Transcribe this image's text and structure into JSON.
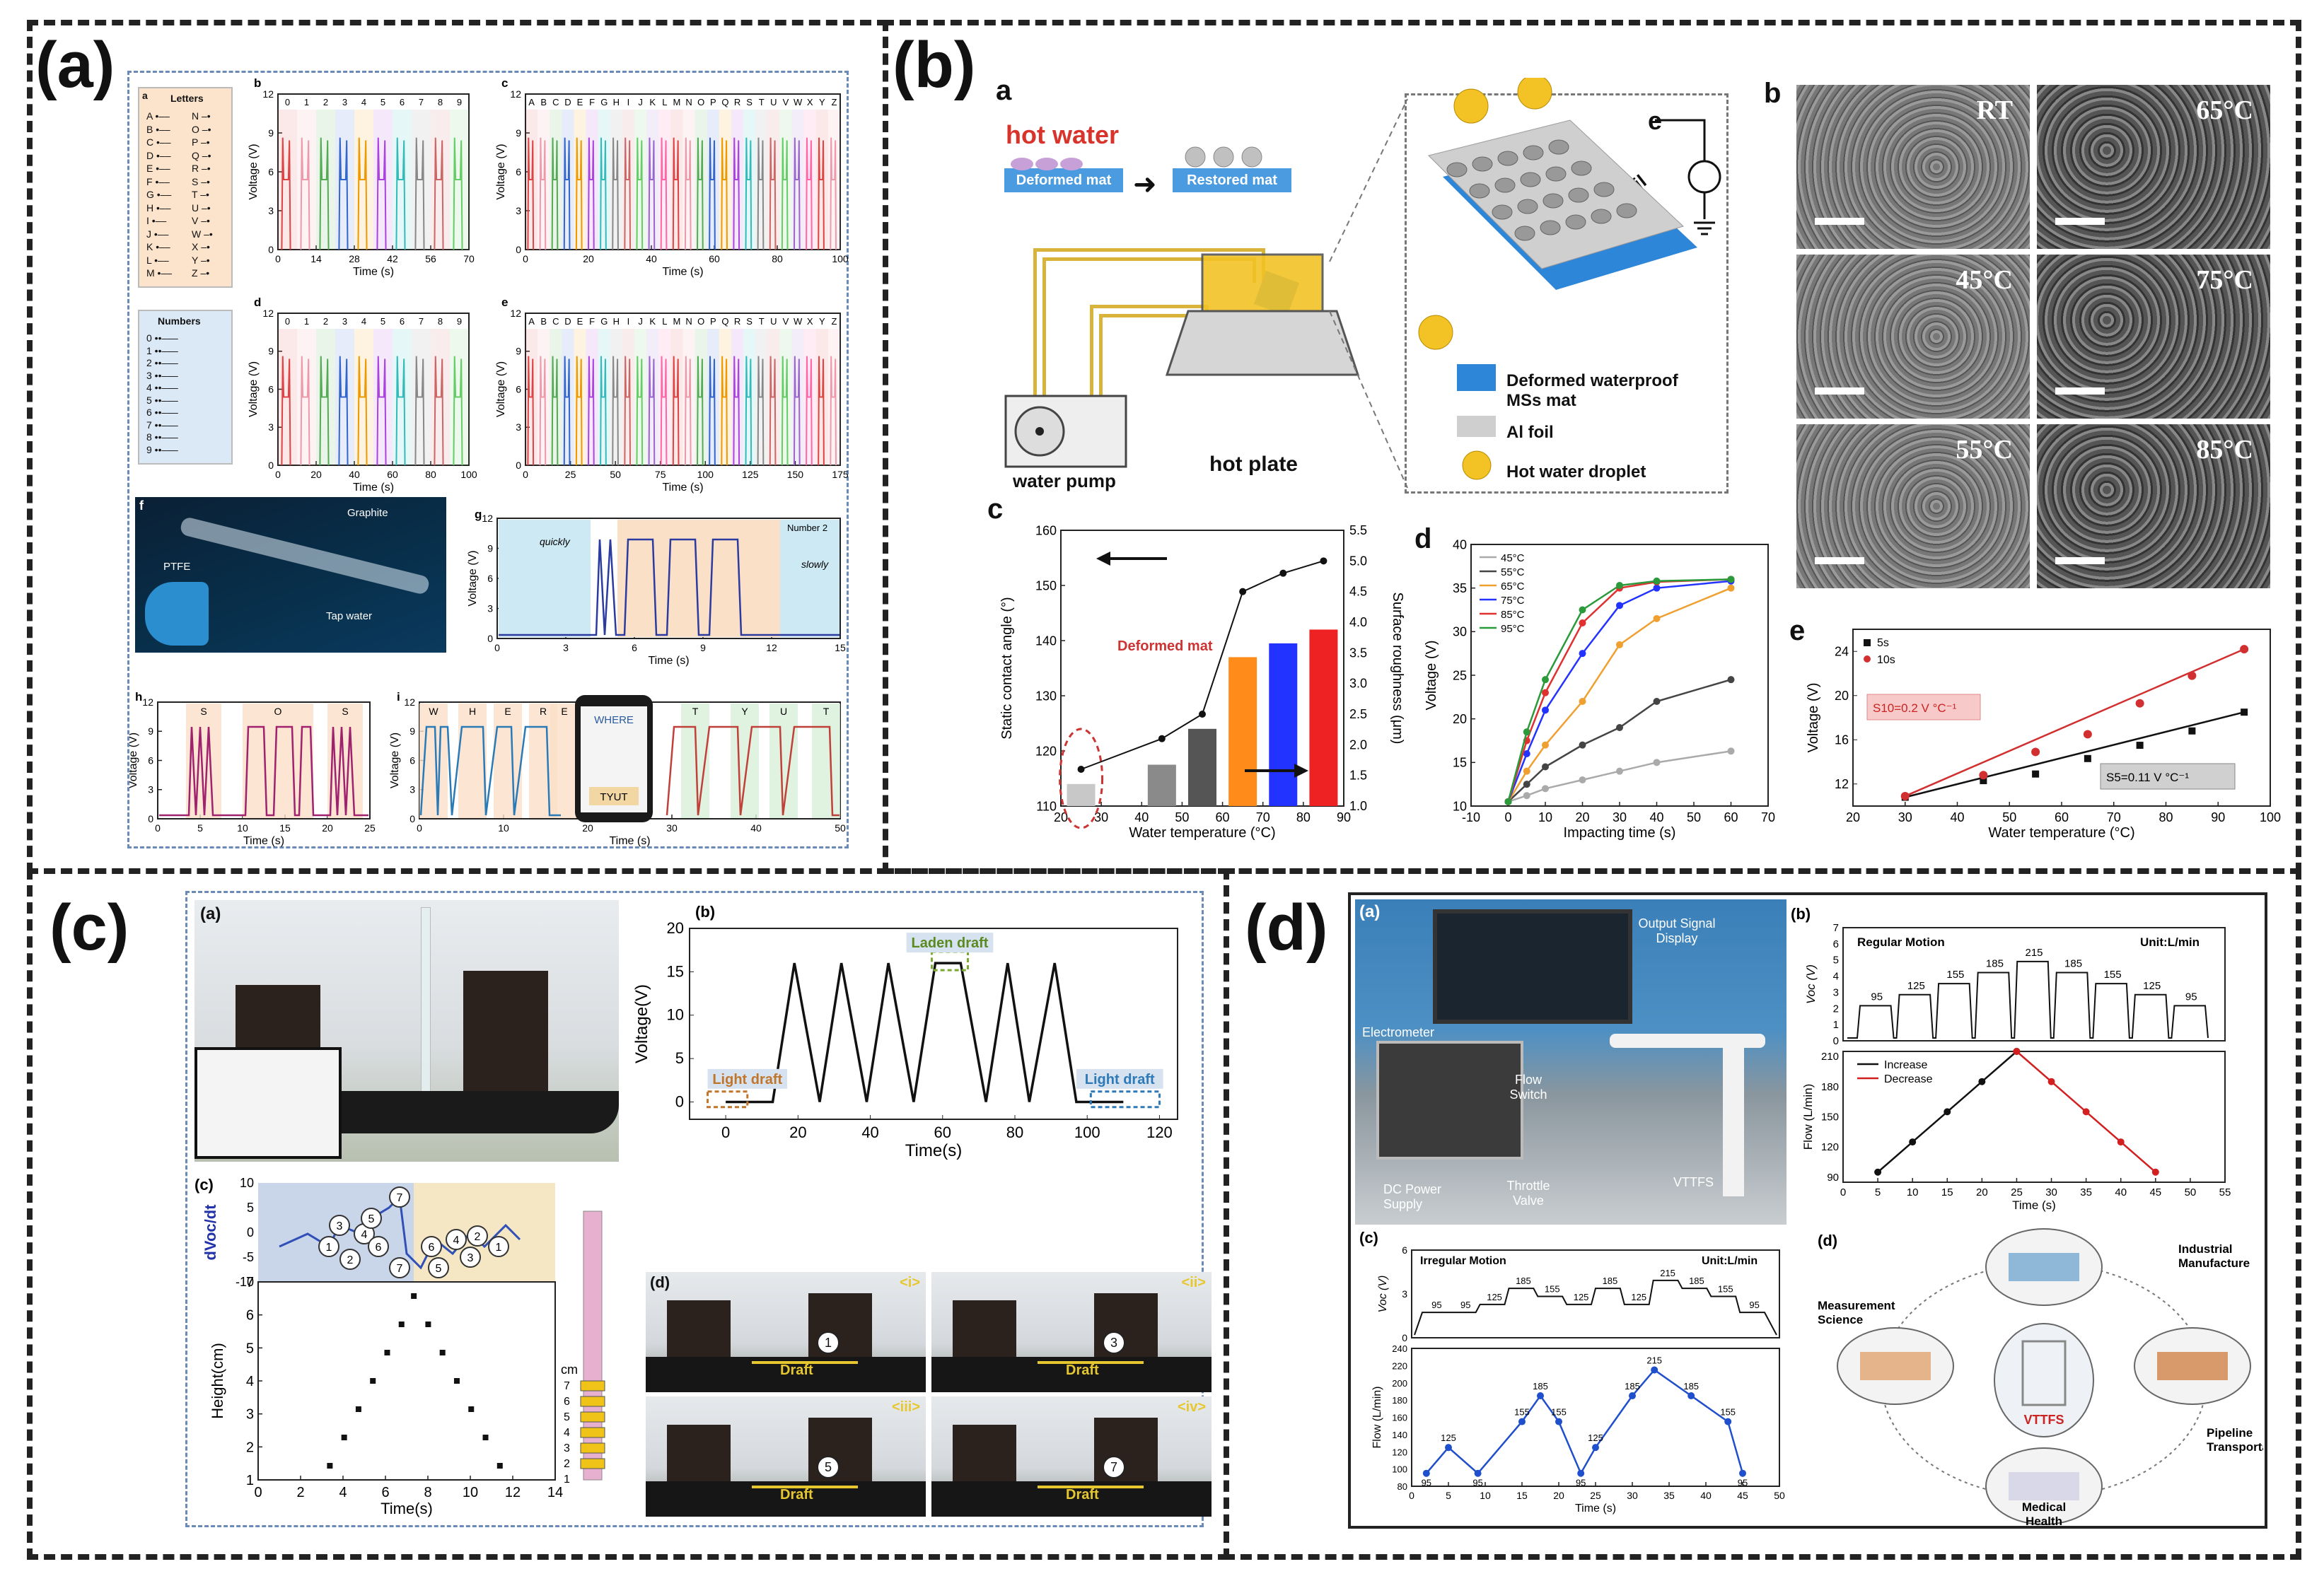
{
  "panels": {
    "a": {
      "label": "(a)",
      "letters_box": {
        "title": "Letters",
        "sub": "a",
        "col1": [
          "A",
          "B",
          "C",
          "D",
          "E",
          "F",
          "G",
          "H",
          "I",
          "J",
          "K",
          "L",
          "M"
        ],
        "col2": [
          "N",
          "O",
          "P",
          "Q",
          "R",
          "S",
          "T",
          "U",
          "V",
          "W",
          "X",
          "Y",
          "Z"
        ]
      },
      "numbers_box": {
        "title": "Numbers",
        "items": [
          "0",
          "1",
          "2",
          "3",
          "4",
          "5",
          "6",
          "7",
          "8",
          "9"
        ]
      },
      "sub_b": {
        "sub": "b",
        "header": [
          "0",
          "1",
          "2",
          "3",
          "4",
          "5",
          "6",
          "7",
          "8",
          "9"
        ],
        "ylabel": "Voltage (V)",
        "xlabel": "Time (s)",
        "xticks": [
          "0",
          "14",
          "28",
          "42",
          "56",
          "70"
        ],
        "yticks": [
          "0",
          "3",
          "6",
          "9",
          "12"
        ]
      },
      "sub_c": {
        "sub": "c",
        "header": "A B C D E F G H I J K L M N O P Q R S T U V W X Y Z",
        "ylabel": "Voltage (V)",
        "xlabel": "Time (s)",
        "xticks": [
          "0",
          "20",
          "40",
          "60",
          "80",
          "100"
        ],
        "yticks": [
          "0",
          "3",
          "6",
          "9",
          "12"
        ]
      },
      "sub_d": {
        "sub": "d",
        "header": [
          "0",
          "1",
          "2",
          "3",
          "4",
          "5",
          "6",
          "7",
          "8",
          "9"
        ],
        "ylabel": "Voltage (V)",
        "xlabel": "Time (s)",
        "xticks": [
          "0",
          "20",
          "40",
          "60",
          "80",
          "100"
        ],
        "yticks": [
          "0",
          "3",
          "6",
          "9",
          "12"
        ]
      },
      "sub_e": {
        "sub": "e",
        "header": "A B C D E F G H I J K L M N O P Q R S T U V W X Y Z",
        "ylabel": "Voltage (V)",
        "xlabel": "Time (s)",
        "xticks": [
          "0",
          "25",
          "50",
          "75",
          "100",
          "125",
          "150",
          "175"
        ],
        "yticks": [
          "0",
          "3",
          "6",
          "9",
          "12"
        ]
      },
      "sub_f": {
        "sub": "f",
        "labels": [
          "Graphite",
          "PTFE",
          "Tap water"
        ]
      },
      "sub_g": {
        "sub": "g",
        "legend": "Number 2",
        "note1": "quickly",
        "note2": "slowly",
        "ylabel": "Voltage (V)",
        "xlabel": "Time (s)",
        "xticks": [
          "0",
          "3",
          "6",
          "9",
          "12",
          "15"
        ],
        "yticks": [
          "0",
          "3",
          "6",
          "9",
          "12"
        ]
      },
      "sub_h": {
        "sub": "h",
        "header": [
          "S",
          "O",
          "S"
        ],
        "ylabel": "Voltage (V)",
        "xlabel": "Time (s)",
        "xticks": [
          "0",
          "5",
          "10",
          "15",
          "20",
          "25"
        ],
        "yticks": [
          "0",
          "3",
          "6",
          "9",
          "12"
        ]
      },
      "sub_i": {
        "sub": "i",
        "header": [
          "W",
          "H",
          "E",
          "R",
          "E",
          "T",
          "Y",
          "U",
          "T"
        ],
        "phone_top": "WHERE",
        "phone_bottom": "TYUT",
        "ylabel": "Voltage (V)",
        "xlabel": "Time (s)",
        "xticks": [
          "0",
          "10",
          "20",
          "30",
          "40",
          "50"
        ],
        "yticks": [
          "0",
          "3",
          "6",
          "9",
          "12"
        ]
      }
    },
    "b": {
      "label": "(b)",
      "sub_a": {
        "sub": "a",
        "hot_water": "hot water",
        "deformed_mat": "Deformed mat",
        "restored_mat": "Restored mat",
        "water_pump": "water pump",
        "hot_plate": "hot plate",
        "al_foil_diag": "Al foil",
        "electron": "e",
        "legend": [
          "Deformed waterproof MSs mat",
          "Al foil",
          "Hot water droplet"
        ]
      },
      "sub_b": {
        "sub": "b",
        "tiles": [
          "RT",
          "65°C",
          "45°C",
          "75°C",
          "55°C",
          "85°C"
        ]
      },
      "sub_c": {
        "sub": "c",
        "annotation": "Deformed mat"
      },
      "sub_d": {
        "sub": "d"
      },
      "sub_e": {
        "sub": "e",
        "box1": "S10=0.2 V °C⁻¹",
        "box2": "S5=0.11 V °C⁻¹"
      }
    },
    "c": {
      "label": "(c)",
      "sub_a": {
        "sub": "(a)"
      },
      "sub_b": {
        "sub": "(b)",
        "laden": "Laden draft",
        "light1": "Light draft",
        "light2": "Light draft"
      },
      "sub_c": {
        "sub": "(c)",
        "unit_cm": "cm",
        "circles_up": [
          "1",
          "2",
          "3",
          "4",
          "5",
          "6",
          "7"
        ],
        "circles_down": [
          "7",
          "6",
          "5",
          "4",
          "3",
          "2",
          "1"
        ],
        "rod_ticks": [
          "7",
          "6",
          "5",
          "4",
          "3",
          "2",
          "1"
        ]
      },
      "sub_d": {
        "sub": "(d)",
        "tags": [
          "<i>",
          "<ii>",
          "<iii>",
          "<iv>"
        ],
        "draft": "Draft",
        "nums": [
          "1",
          "3",
          "5",
          "7"
        ]
      }
    },
    "d": {
      "label": "(d)",
      "sub_a": {
        "sub": "(a)",
        "labels": [
          "Output Signal Display",
          "Electrometer",
          "Flow Switch",
          "DC Power Supply",
          "Throttle Valve",
          "VTTFS"
        ]
      },
      "sub_b": {
        "sub": "(b)",
        "title": "Regular Motion",
        "unit": "Unit:L/min"
      },
      "sub_c": {
        "sub": "(c)",
        "title": "Irregular Motion",
        "unit": "Unit:L/min"
      },
      "sub_d": {
        "sub": "(d)",
        "nodes": [
          "Industrial Manufacture",
          "Measurement Science",
          "Pipeline Transportation",
          "Medical Health"
        ],
        "center": "VTTFS"
      }
    }
  },
  "colors": {
    "accent_blue": "#2e6fb4",
    "hot_red": "#d9342b",
    "navy": "#2233aa"
  },
  "chart_data": [
    {
      "id": "b-c",
      "type": "bar",
      "categories": [
        "25",
        "45",
        "55",
        "65",
        "75",
        "85"
      ],
      "series": [
        {
          "values": [
            114,
            117.5,
            124,
            137,
            139.5,
            142
          ],
          "colors": [
            "#c8c8c8",
            "#8a8a8a",
            "#555555",
            "#ff8c1a",
            "#2233ff",
            "#ee2222"
          ]
        },
        {
          "x": [
            25,
            45,
            55,
            65,
            75,
            85
          ],
          "values": [
            1.6,
            2.1,
            2.5,
            4.5,
            4.8,
            5.0
          ]
        }
      ],
      "xlabel": "Water temperature (°C)",
      "ylabel": "Static contact angle (°)",
      "y2label": "Surface roughness (μm)",
      "xlim": [
        20,
        90
      ],
      "ylim": [
        110,
        160
      ],
      "y2lim": [
        1.0,
        5.5
      ],
      "xticks": [
        "20",
        "30",
        "40",
        "50",
        "60",
        "70",
        "80",
        "90"
      ],
      "yticks": [
        "110",
        "120",
        "130",
        "140",
        "150",
        "160"
      ],
      "y2ticks": [
        "1.0",
        "1.5",
        "2.0",
        "2.5",
        "3.0",
        "3.5",
        "4.0",
        "4.5",
        "5.0",
        "5.5"
      ]
    },
    {
      "id": "b-d",
      "type": "line",
      "x": [
        0,
        5,
        10,
        20,
        30,
        40,
        60
      ],
      "series": [
        {
          "name": "45°C",
          "color": "#aaaaaa",
          "values": [
            10.5,
            11.2,
            12.0,
            13.0,
            14.0,
            15.0,
            16.3
          ]
        },
        {
          "name": "55°C",
          "color": "#444444",
          "values": [
            10.5,
            12.5,
            14.5,
            17.0,
            19.0,
            22.0,
            24.5
          ]
        },
        {
          "name": "65°C",
          "color": "#f0a030",
          "values": [
            10.5,
            14.0,
            17.0,
            22.0,
            28.5,
            31.5,
            35.0
          ]
        },
        {
          "name": "75°C",
          "color": "#2233ff",
          "values": [
            10.5,
            16.0,
            21.0,
            27.5,
            33.0,
            35.0,
            35.8
          ]
        },
        {
          "name": "85°C",
          "color": "#e03030",
          "values": [
            10.5,
            17.5,
            23.0,
            31.0,
            35.0,
            35.7,
            36.0
          ]
        },
        {
          "name": "95°C",
          "color": "#2a9a3a",
          "values": [
            10.5,
            18.5,
            24.5,
            32.5,
            35.3,
            35.8,
            36.0
          ]
        }
      ],
      "xlabel": "Impacting time (s)",
      "ylabel": "Voltage (V)",
      "xlim": [
        -10,
        70
      ],
      "ylim": [
        10,
        40
      ],
      "xticks": [
        "-10",
        "0",
        "10",
        "20",
        "30",
        "40",
        "50",
        "60",
        "70"
      ],
      "yticks": [
        "10",
        "15",
        "20",
        "25",
        "30",
        "35",
        "40"
      ]
    },
    {
      "id": "b-e",
      "type": "scatter",
      "x": [
        30,
        45,
        55,
        65,
        75,
        85,
        95
      ],
      "series": [
        {
          "name": "5s",
          "color": "#111111",
          "values": [
            10.8,
            12.3,
            12.9,
            14.3,
            15.5,
            16.8,
            18.5
          ]
        },
        {
          "name": "10s",
          "color": "#d23030",
          "values": [
            10.9,
            12.8,
            14.9,
            16.5,
            19.3,
            21.8,
            24.2
          ]
        }
      ],
      "xlabel": "Water temperature (°C)",
      "ylabel": "Voltage (V)",
      "xlim": [
        20,
        100
      ],
      "ylim": [
        10,
        26
      ],
      "xticks": [
        "20",
        "30",
        "40",
        "50",
        "60",
        "70",
        "80",
        "90",
        "100"
      ],
      "yticks": [
        "12",
        "16",
        "20",
        "24"
      ]
    },
    {
      "id": "c-b",
      "type": "line",
      "x": [
        0,
        6,
        13,
        19,
        26,
        32,
        39,
        45,
        52,
        58,
        65,
        72,
        78,
        84,
        91,
        97,
        103,
        110
      ],
      "series": [
        {
          "values": [
            0,
            0,
            0,
            16,
            0,
            16,
            0,
            16,
            0,
            16,
            16,
            0,
            16,
            0,
            16,
            0,
            0,
            0
          ]
        }
      ],
      "xlabel": "Time(s)",
      "ylabel": "Voltage(V)",
      "xlim": [
        -10,
        125
      ],
      "ylim": [
        -2,
        20
      ],
      "xticks": [
        "0",
        "20",
        "40",
        "60",
        "80",
        "100",
        "120"
      ],
      "yticks": [
        "0",
        "5",
        "10",
        "15",
        "20"
      ]
    },
    {
      "id": "c-c",
      "type": "scatter",
      "x": [
        3.5,
        4.2,
        4.9,
        5.6,
        6.3,
        7.0,
        7.6,
        8.3,
        9.0,
        9.7,
        10.4,
        11.1,
        11.8
      ],
      "series": [
        {
          "values": [
            1,
            2,
            3,
            4,
            5,
            6,
            7,
            6,
            5,
            4,
            3,
            2,
            1
          ]
        }
      ],
      "xlabel": "Time(s)",
      "ylabel": "Height(cm)",
      "ylabel_top": "dVoc/dt",
      "xlim": [
        0,
        14.5
      ],
      "ylim": [
        1,
        7
      ],
      "xticks": [
        "0",
        "2",
        "4",
        "6",
        "8",
        "10",
        "12",
        "14"
      ],
      "yticks": [
        "1",
        "2",
        "3",
        "4",
        "5",
        "6",
        "7"
      ],
      "top_yticks": [
        "-10",
        "-5",
        "0",
        "5",
        "10"
      ]
    },
    {
      "id": "d-b-flow",
      "type": "line",
      "x": [
        5,
        10,
        15,
        20,
        25,
        30,
        35,
        40,
        45,
        50
      ],
      "series": [
        {
          "name": "Increase",
          "color": "#111111",
          "values": [
            95,
            125,
            155,
            185,
            215,
            null,
            null,
            null,
            null,
            null
          ]
        },
        {
          "name": "Decrease",
          "color": "#d22020",
          "values": [
            null,
            null,
            null,
            null,
            215,
            185,
            155,
            125,
            95,
            null
          ]
        }
      ],
      "ylabel": "Flow (L/min)",
      "xlabel": "Time (s)",
      "xlim": [
        0,
        55
      ],
      "ylim": [
        85,
        215
      ],
      "xticks": [
        "0",
        "5",
        "10",
        "15",
        "20",
        "25",
        "30",
        "35",
        "40",
        "45",
        "50",
        "55"
      ],
      "yticks": [
        "90",
        "120",
        "150",
        "180",
        "210"
      ]
    },
    {
      "id": "d-b-voc",
      "type": "line",
      "levels": [
        "95",
        "125",
        "155",
        "185",
        "215",
        "185",
        "155",
        "125",
        "95"
      ],
      "ylabel": "Voc (V)",
      "ylim": [
        0,
        7
      ],
      "yticks": [
        "0",
        "1",
        "2",
        "3",
        "4",
        "5",
        "6",
        "7"
      ]
    },
    {
      "id": "d-c-flow",
      "type": "line",
      "x": [
        2,
        5,
        9,
        15,
        17.5,
        20,
        23,
        25,
        30,
        33,
        38,
        43,
        45
      ],
      "series": [
        {
          "color": "#1f4fcc",
          "values": [
            95,
            125,
            95,
            155,
            185,
            155,
            95,
            125,
            185,
            215,
            185,
            155,
            95
          ]
        }
      ],
      "point_labels": [
        "95",
        "125",
        "95",
        "155",
        "185",
        "155",
        "95",
        "125",
        "185",
        "215",
        "185",
        "155",
        "95"
      ],
      "ylabel": "Flow (L/min)",
      "xlabel": "Time (s)",
      "xlim": [
        0,
        50
      ],
      "ylim": [
        80,
        240
      ],
      "xticks": [
        "0",
        "5",
        "10",
        "15",
        "20",
        "25",
        "30",
        "35",
        "40",
        "45",
        "50"
      ],
      "yticks": [
        "80",
        "100",
        "120",
        "140",
        "160",
        "180",
        "200",
        "220",
        "240"
      ]
    },
    {
      "id": "d-c-voc",
      "type": "line",
      "levels": [
        "95",
        "95",
        "125",
        "185",
        "155",
        "125",
        "185",
        "125",
        "215",
        "185",
        "155",
        "95"
      ],
      "ylabel": "Voc (V)",
      "yticks": [
        "0",
        "3",
        "6"
      ]
    }
  ]
}
